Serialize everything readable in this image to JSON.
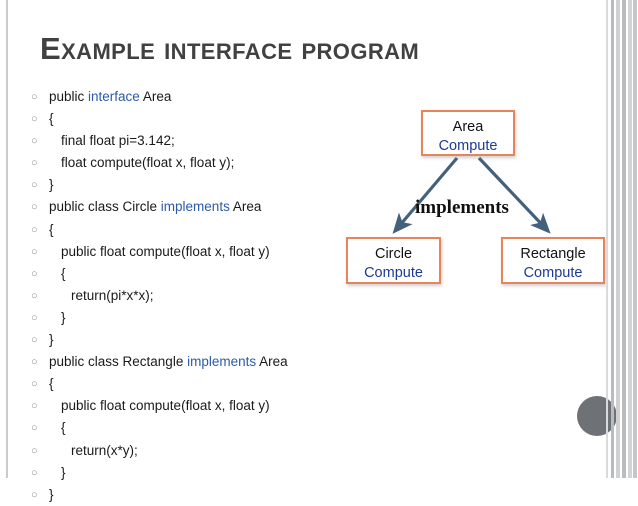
{
  "slide": {
    "title": "Example interface program",
    "bullet_glyph": "○"
  },
  "code_lines": [
    {
      "indent": 0,
      "pre": "public ",
      "kw": "interface",
      "post": " Area"
    },
    {
      "indent": 0,
      "pre": "{",
      "kw": "",
      "post": ""
    },
    {
      "indent": 1,
      "pre": "final float pi=3.142;",
      "kw": "",
      "post": ""
    },
    {
      "indent": 1,
      "pre": "float compute(float x, float y);",
      "kw": "",
      "post": ""
    },
    {
      "indent": 0,
      "pre": "}",
      "kw": "",
      "post": ""
    },
    {
      "indent": 0,
      "pre": "public class Circle ",
      "kw": "implements",
      "post": " Area"
    },
    {
      "indent": 0,
      "pre": "{",
      "kw": "",
      "post": ""
    },
    {
      "indent": 1,
      "pre": "public float compute(float x, float y)",
      "kw": "",
      "post": ""
    },
    {
      "indent": 1,
      "pre": "{",
      "kw": "",
      "post": ""
    },
    {
      "indent": 2,
      "pre": "return(pi*x*x);",
      "kw": "",
      "post": ""
    },
    {
      "indent": 1,
      "pre": "}",
      "kw": "",
      "post": ""
    },
    {
      "indent": 0,
      "pre": "}",
      "kw": "",
      "post": ""
    },
    {
      "indent": 0,
      "pre": "public class Rectangle ",
      "kw": "implements",
      "post": " Area"
    },
    {
      "indent": 0,
      "pre": "{",
      "kw": "",
      "post": ""
    },
    {
      "indent": 1,
      "pre": "public float compute(float x, float y)",
      "kw": "",
      "post": ""
    },
    {
      "indent": 1,
      "pre": "{",
      "kw": "",
      "post": ""
    },
    {
      "indent": 2,
      "pre": "return(x*y);",
      "kw": "",
      "post": ""
    },
    {
      "indent": 1,
      "pre": "}",
      "kw": "",
      "post": ""
    },
    {
      "indent": 0,
      "pre": "}",
      "kw": "",
      "post": ""
    }
  ],
  "diagram": {
    "relation_label": "implements",
    "nodes": {
      "area": {
        "name": "Area",
        "method": "Compute"
      },
      "circle": {
        "name": "Circle",
        "method": "Compute"
      },
      "rectangle": {
        "name": "Rectangle",
        "method": "Compute"
      }
    }
  },
  "colors": {
    "title": "#414141",
    "keyword_blue": "#2B5BA8",
    "node_border_orange": "#E8845A",
    "node_method_blue": "#1F3A93",
    "arrow_slate": "#44617B",
    "gray_dot": "#6E7277"
  }
}
